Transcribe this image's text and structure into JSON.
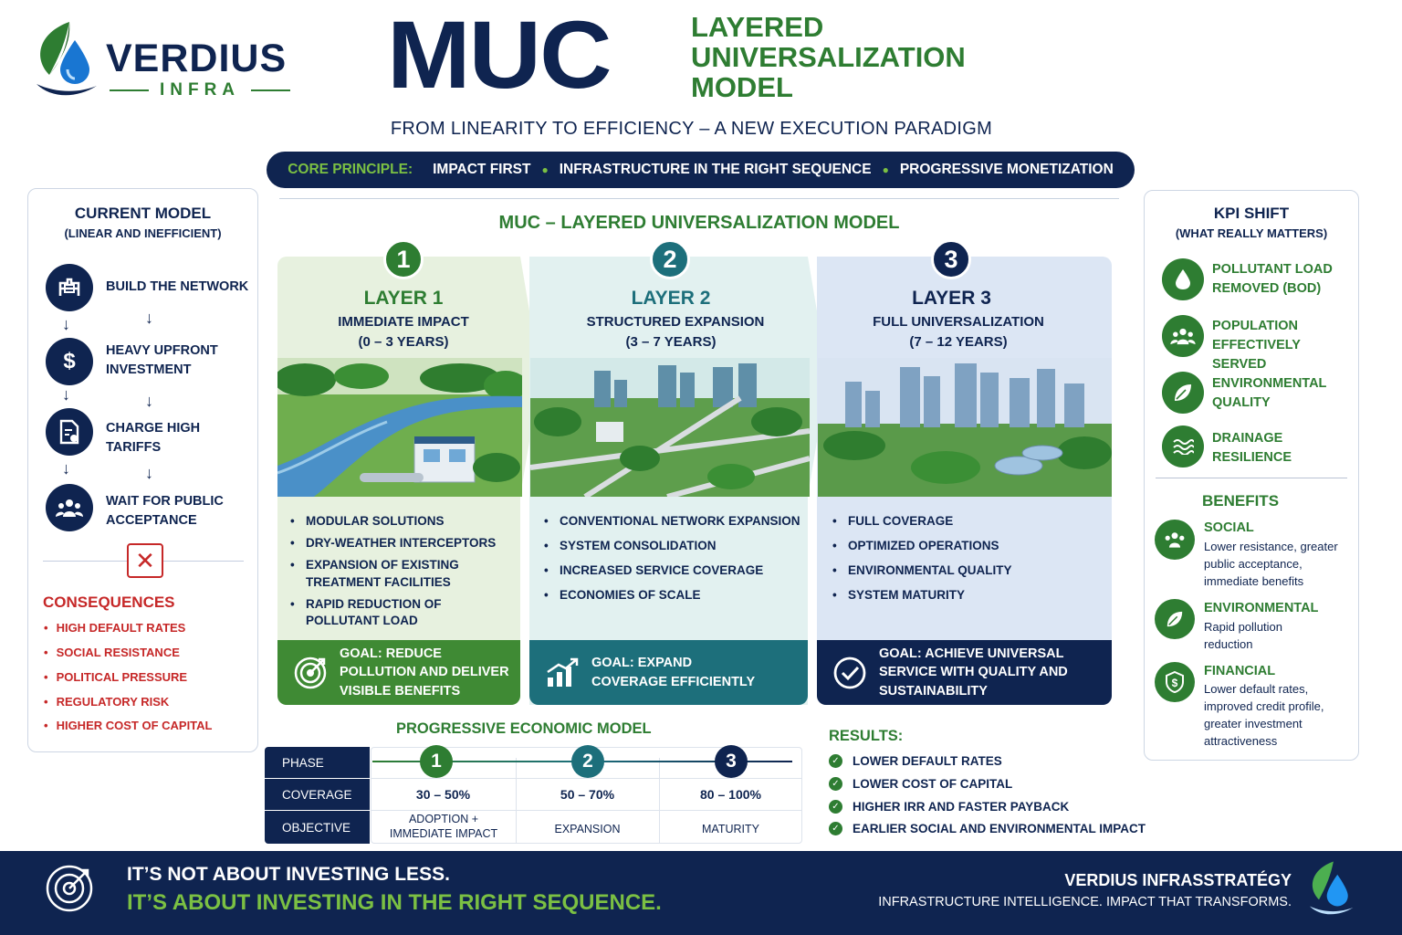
{
  "brand": {
    "name": "VERDIUS",
    "sub": "INFRA"
  },
  "header": {
    "title": "MUC",
    "title_side": [
      "LAYERED",
      "UNIVERSALIZATION",
      "MODEL"
    ],
    "subtitle": "FROM LINEARITY TO EFFICIENCY – A NEW EXECUTION PARADIGM"
  },
  "principle": {
    "label": "CORE PRINCIPLE:",
    "items": [
      "IMPACT FIRST",
      "INFRASTRUCTURE IN THE RIGHT SEQUENCE",
      "PROGRESSIVE MONETIZATION"
    ]
  },
  "current_model": {
    "title": "CURRENT MODEL",
    "subtitle": "(LINEAR AND INEFFICIENT)",
    "steps": [
      {
        "label": "BUILD THE NETWORK",
        "icon": "pipe-network-icon"
      },
      {
        "label": "HEAVY UPFRONT INVESTMENT",
        "icon": "dollar-icon"
      },
      {
        "label": "CHARGE HIGH TARIFFS",
        "icon": "bill-icon"
      },
      {
        "label": "WAIT FOR PUBLIC ACCEPTANCE",
        "icon": "people-icon"
      }
    ],
    "consequences_title": "CONSEQUENCES",
    "consequences": [
      "HIGH DEFAULT RATES",
      "SOCIAL RESISTANCE",
      "POLITICAL PRESSURE",
      "REGULATORY RISK",
      "HIGHER COST OF CAPITAL"
    ]
  },
  "model": {
    "title": "MUC – LAYERED UNIVERSALIZATION MODEL",
    "layers": [
      {
        "number": "1",
        "heading": "LAYER 1",
        "name": "IMMEDIATE IMPACT",
        "years": "(0 – 3 YEARS)",
        "color": "#2e7d32",
        "bullets": [
          "MODULAR SOLUTIONS",
          "DRY-WEATHER INTERCEPTORS",
          "EXPANSION OF EXISTING TREATMENT FACILITIES",
          "RAPID REDUCTION OF POLLUTANT LOAD"
        ],
        "goal": "GOAL: REDUCE POLLUTION AND DELIVER VISIBLE BENEFITS",
        "goal_icon": "target-icon"
      },
      {
        "number": "2",
        "heading": "LAYER 2",
        "name": "STRUCTURED EXPANSION",
        "years": "(3 – 7 YEARS)",
        "color": "#1d6f7b",
        "bullets": [
          "CONVENTIONAL NETWORK EXPANSION",
          "SYSTEM CONSOLIDATION",
          "INCREASED SERVICE COVERAGE",
          "ECONOMIES OF SCALE"
        ],
        "goal": "GOAL: EXPAND COVERAGE EFFICIENTLY",
        "goal_icon": "growth-chart-icon"
      },
      {
        "number": "3",
        "heading": "LAYER 3",
        "name": "FULL UNIVERSALIZATION",
        "years": "(7 – 12 YEARS)",
        "color": "#0f2450",
        "bullets": [
          "FULL COVERAGE",
          "OPTIMIZED OPERATIONS",
          "ENVIRONMENTAL QUALITY",
          "SYSTEM MATURITY"
        ],
        "goal": "GOAL: ACHIEVE UNIVERSAL SERVICE WITH QUALITY AND SUSTAINABILITY",
        "goal_icon": "check-circle-icon"
      }
    ]
  },
  "economic": {
    "title": "PROGRESSIVE ECONOMIC MODEL",
    "row_labels": [
      "PHASE",
      "COVERAGE",
      "OBJECTIVE"
    ],
    "phases": [
      {
        "number": "1",
        "coverage": "30 – 50%",
        "objective": "ADOPTION + IMMEDIATE IMPACT"
      },
      {
        "number": "2",
        "coverage": "50 – 70%",
        "objective": "EXPANSION"
      },
      {
        "number": "3",
        "coverage": "80 – 100%",
        "objective": "MATURITY"
      }
    ]
  },
  "results": {
    "title": "RESULTS:",
    "items": [
      "LOWER DEFAULT RATES",
      "LOWER COST OF CAPITAL",
      "HIGHER IRR AND FASTER PAYBACK",
      "EARLIER SOCIAL AND ENVIRONMENTAL IMPACT"
    ]
  },
  "kpi": {
    "title": "KPI SHIFT",
    "subtitle": "(WHAT REALLY MATTERS)",
    "items": [
      {
        "label": "POLLUTANT LOAD REMOVED (BOD)",
        "icon": "water-drop-icon"
      },
      {
        "label": "POPULATION EFFECTIVELY SERVED",
        "icon": "people-icon"
      },
      {
        "label": "ENVIRONMENTAL QUALITY",
        "icon": "leaf-icon"
      },
      {
        "label": "DRAINAGE RESILIENCE",
        "icon": "waves-icon"
      }
    ],
    "benefits_title": "BENEFITS",
    "benefits": [
      {
        "title": "SOCIAL",
        "text": "Lower resistance, greater public acceptance, immediate benefits",
        "icon": "community-icon"
      },
      {
        "title": "ENVIRONMENTAL",
        "text": "Rapid pollution reduction",
        "icon": "leaf-icon"
      },
      {
        "title": "FINANCIAL",
        "text": "Lower default rates, improved credit profile, greater investment attractiveness",
        "icon": "shield-dollar-icon"
      }
    ]
  },
  "footer": {
    "line1": "IT’S NOT ABOUT INVESTING LESS.",
    "line2": "IT’S ABOUT INVESTING IN THE RIGHT SEQUENCE.",
    "brand": "VERDIUS INFRASSTRATÉGY",
    "tagline": "INFRASTRUCTURE INTELLIGENCE. IMPACT THAT TRANSFORMS."
  },
  "colors": {
    "navy": "#0f2450",
    "green": "#2e7d32",
    "teal": "#1d6f7b",
    "lime": "#7bc043",
    "red": "#c62828"
  }
}
